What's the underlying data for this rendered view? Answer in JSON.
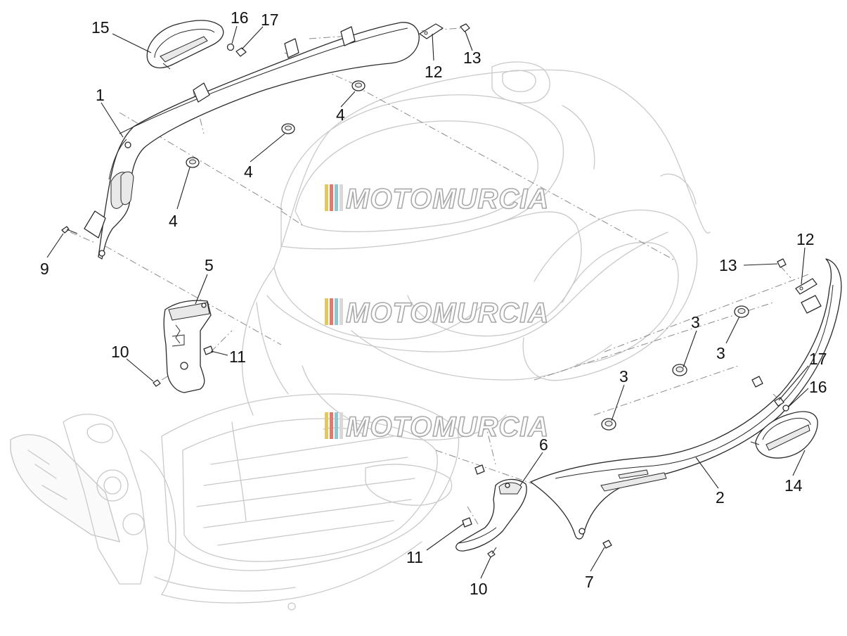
{
  "watermark": {
    "text": "MOTOMURCIA",
    "stripe_colors": [
      "#e3c95c",
      "#e07a6a",
      "#8fc7d0",
      "#d9d9d9"
    ]
  },
  "callouts": {
    "c15": "15",
    "c16a": "16",
    "c17a": "17",
    "c12a": "12",
    "c13a": "13",
    "c1": "1",
    "c4a": "4",
    "c4b": "4",
    "c4c": "4",
    "c9": "9",
    "c5": "5",
    "c10a": "10",
    "c11a": "11",
    "c12b": "12",
    "c13b": "13",
    "c3a": "3",
    "c3b": "3",
    "c3c": "3",
    "c17b": "17",
    "c16b": "16",
    "c14": "14",
    "c2": "2",
    "c6": "6",
    "c11b": "11",
    "c10b": "10",
    "c7": "7"
  },
  "colors": {
    "part_outline": "#2a2a2a",
    "ghost_outline": "#c9c9c9",
    "dashed_axis": "#8a8a8a"
  }
}
